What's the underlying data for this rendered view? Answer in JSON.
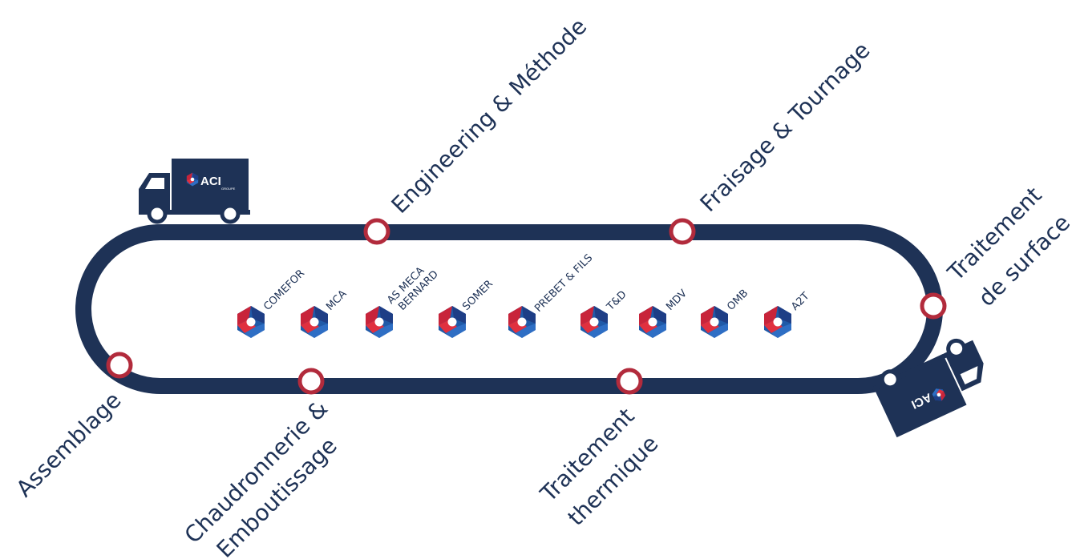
{
  "colors": {
    "navy": "#1e3256",
    "red": "#b22b3c",
    "blue": "#1f5aa8",
    "white": "#ffffff"
  },
  "brand": {
    "logo_text": "ACI",
    "logo_sub": "GROUPE"
  },
  "stages": {
    "engineering": "Engineering & Méthode",
    "fraisage": "Fraisage & Tournage",
    "surface_line1": "Traitement",
    "surface_line2": "de surface",
    "thermique_line1": "Traitement",
    "thermique_line2": "thermique",
    "chaudronnerie_line1": "Chaudronnerie &",
    "chaudronnerie_line2": "Emboutissage",
    "assemblage": "Assemblage"
  },
  "companies": [
    "COMEFOR",
    "MCA",
    "AS MECA",
    "BERNARD",
    "SOMER",
    "PREBET & FILS",
    "T&D",
    "MDV",
    "OMB",
    "A2T"
  ]
}
